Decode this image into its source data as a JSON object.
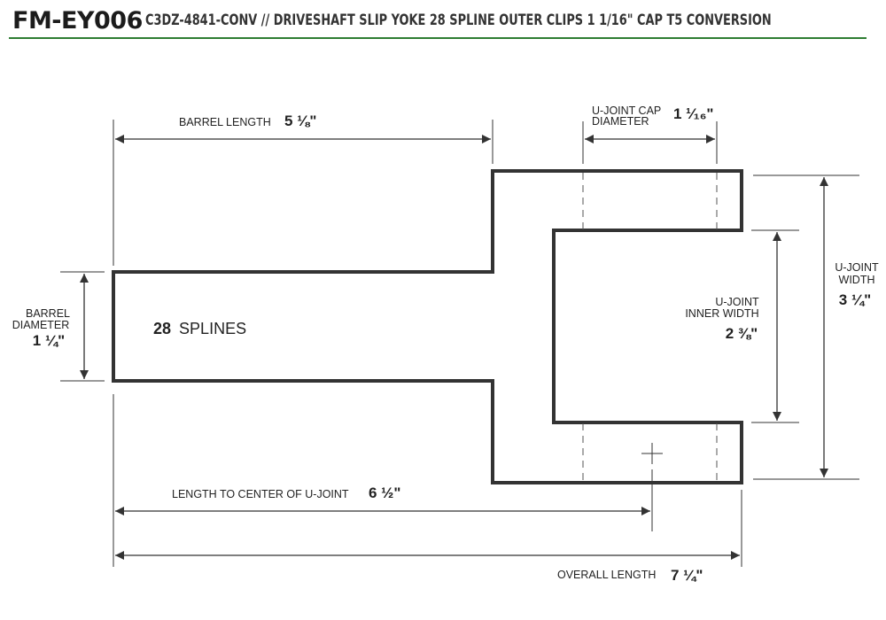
{
  "header": {
    "part_no": "FM-EY006",
    "subtitle": "C3DZ-4841-CONV // DRIVESHAFT SLIP YOKE 28 SPLINE OUTER CLIPS 1 1/16\" CAP T5 CONVERSION",
    "accent_color": "#2e7d32"
  },
  "dimensions": {
    "barrel_length": {
      "label": "BARREL LENGTH",
      "value": "5 ⅛\""
    },
    "ujoint_cap_diameter": {
      "label_line1": "U-JOINT CAP",
      "label_line2": "DIAMETER",
      "value": "1 ¹⁄₁₆\""
    },
    "barrel_diameter": {
      "label_line1": "BARREL",
      "label_line2": "DIAMETER",
      "value": "1 ¼\""
    },
    "ujoint_inner_width": {
      "label_line1": "U-JOINT",
      "label_line2": "INNER WIDTH",
      "value": "2 ⅜\""
    },
    "ujoint_width": {
      "label_line1": "U-JOINT",
      "label_line2": "WIDTH",
      "value": "3 ¼\""
    },
    "length_to_center": {
      "label": "LENGTH TO CENTER OF U-JOINT",
      "value": "6 ½\""
    },
    "overall_length": {
      "label": "OVERALL LENGTH",
      "value": "7 ¼\""
    }
  },
  "part": {
    "spline_count": "28",
    "spline_label": "SPLINES"
  }
}
